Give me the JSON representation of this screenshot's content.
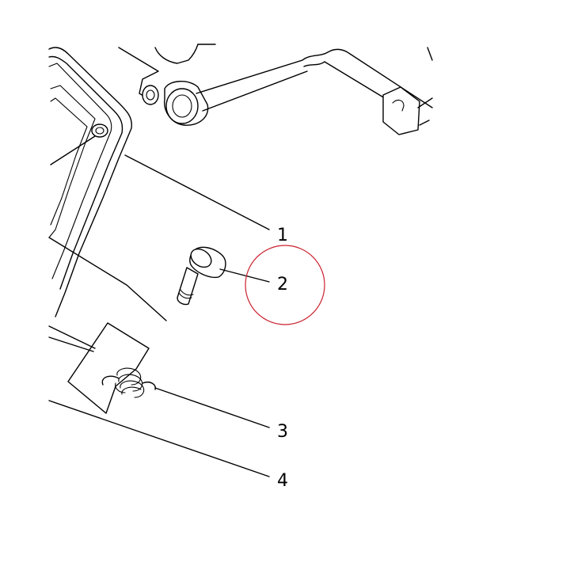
{
  "callouts": {
    "c1": "1",
    "c2": "2",
    "c3": "3",
    "c4": "4"
  },
  "highlight": {
    "target": "2",
    "color": "#cc1f2e"
  }
}
